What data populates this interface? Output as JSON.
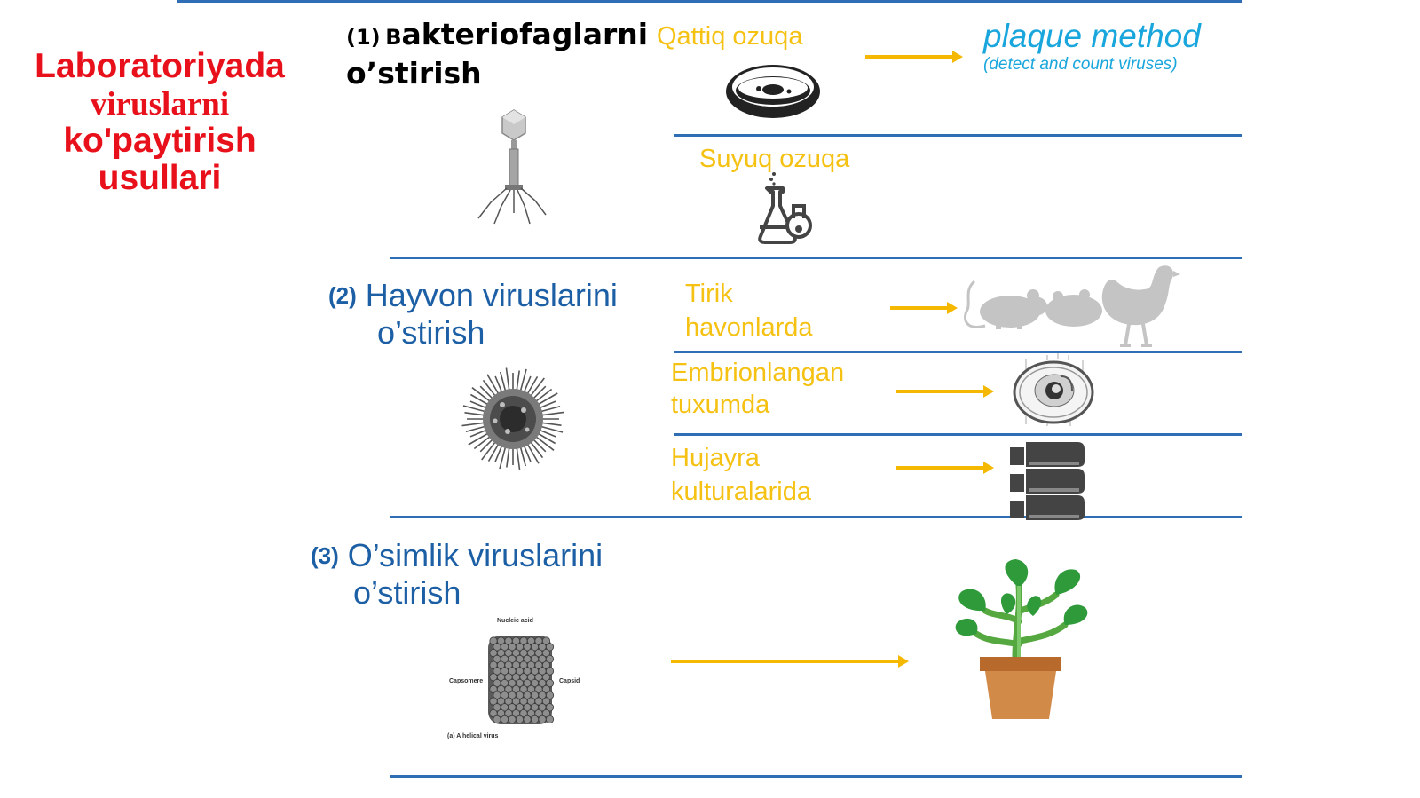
{
  "main_title": {
    "line1": "Laboratoriyada",
    "line2": "viruslarni",
    "line3": "ko'paytirish",
    "line4": "usullari"
  },
  "section1": {
    "number": "(1)",
    "title_prefix": "B",
    "title_rest": "akteriofaglarni",
    "title_line2": "o’stirish",
    "solid_medium": "Qattiq ozuqa",
    "liquid_medium": "Suyuq ozuqa",
    "result_title": "plaque method",
    "result_subtitle": "(detect and count viruses)"
  },
  "section2": {
    "number": "(2)",
    "title_line1": "Hayvon viruslarini",
    "title_line2": "o’stirish",
    "method1_line1": "Tirik",
    "method1_line2": "havonlarda",
    "method2_line1": "Embrionlangan",
    "method2_line2": "tuxumda",
    "method3_line1": "Hujayra",
    "method3_line2": "kulturalarida"
  },
  "section3": {
    "number": "(3)",
    "title_line1": "O’simlik viruslarini",
    "title_line2": "o’stirish"
  },
  "tmv_labels": {
    "top": "Nucleic acid",
    "left": "Capsomere",
    "right": "Capsid",
    "bottom": "(a) A helical virus"
  },
  "colors": {
    "title_red": "#e8101a",
    "accent_yellow": "#f5c112",
    "heading_blue": "#1c5fa5",
    "plaque_cyan": "#19a6dc",
    "line_blue": "#2f6eb5"
  },
  "icons": [
    "petri-dish-icon",
    "flasks-icon",
    "bacteriophage-icon",
    "mouse-icon",
    "hamster-icon",
    "chicken-icon",
    "egg-icon",
    "cell-culture-flasks-icon",
    "virus-icon",
    "helical-virus-icon",
    "potted-plant-icon"
  ]
}
